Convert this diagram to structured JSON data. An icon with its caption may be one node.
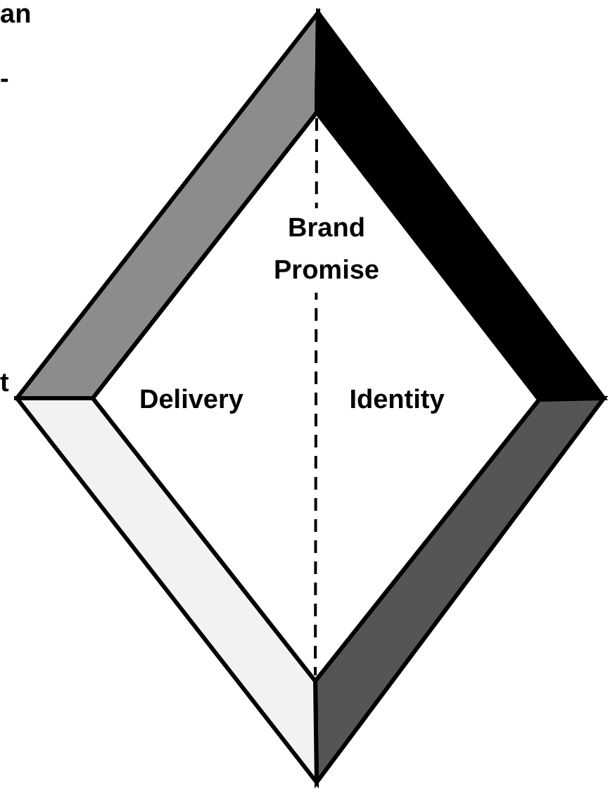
{
  "diagram": {
    "nodes": [
      {
        "text": [
          "Brand Promise",
          "Delivery",
          "Identity"
        ]
      }
    ],
    "edges": [],
    "labels": [
      "an",
      "-",
      "t"
    ]
  }
}
